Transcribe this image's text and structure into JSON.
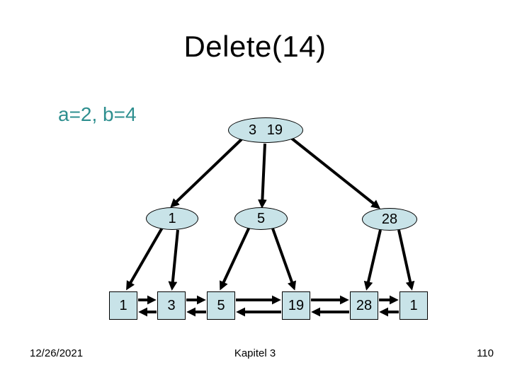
{
  "slide": {
    "title": "Delete(14)",
    "subtitle": "a=2, b=4",
    "footer": {
      "date": "12/26/2021",
      "chapter": "Kapitel 3",
      "page": "110"
    }
  },
  "tree": {
    "type": "(a,b)-tree",
    "root": "3 19",
    "internal": [
      "1",
      "5",
      "28"
    ],
    "leaves": [
      "1",
      "3",
      "5",
      "19",
      "28",
      "1"
    ],
    "edges": {
      "root_to_internal": [
        [
          "3 19",
          "1"
        ],
        [
          "3 19",
          "5"
        ],
        [
          "3 19",
          "28"
        ]
      ],
      "internal_to_leaves": [
        [
          "1",
          "1"
        ],
        [
          "1",
          "3"
        ],
        [
          "5",
          "5"
        ],
        [
          "5",
          "19"
        ],
        [
          "28",
          "28"
        ],
        [
          "28",
          "1"
        ]
      ],
      "leaf_list_doubly_linked": true
    }
  },
  "colors": {
    "background": "#FFFFFF",
    "node_fill": "#C8E3E8",
    "node_border": "#000000",
    "arrow": "#000000",
    "title_text": "#000000",
    "subtitle_text": "#2E8F8F"
  }
}
